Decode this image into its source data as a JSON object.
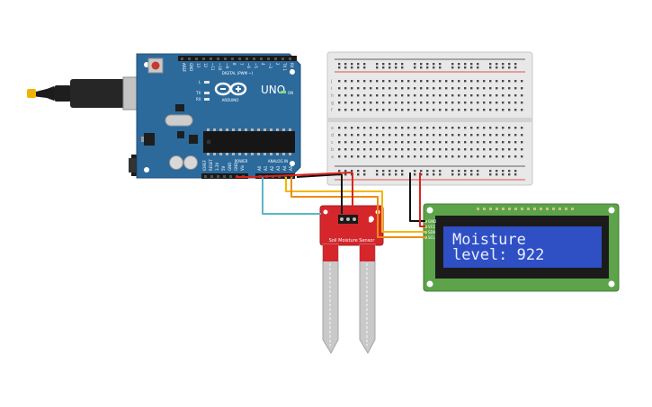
{
  "arduino": {
    "model_label": "UNO",
    "brand_label": "ARDUINO",
    "digital_label": "DIGITAL (PWM ~)",
    "power_label": "POWER",
    "analog_label": "ANALOG IN",
    "led_l": "L",
    "led_tx": "TX",
    "led_rx": "RX",
    "led_on": "ON",
    "aref": "AREF",
    "gnd": "GND",
    "digital_pins": [
      "13",
      "12",
      "~11",
      "~10",
      "~9",
      "8",
      "7",
      "~6",
      "~5",
      "4",
      "~3",
      "2",
      "TX 1",
      "RX 0"
    ],
    "power_pins": [
      "IOREF",
      "RESET",
      "3.3V",
      "5V",
      "GND",
      "GND",
      "Vin"
    ],
    "analog_pins": [
      "A0",
      "A1",
      "A2",
      "A3",
      "A4",
      "A5"
    ],
    "board_color": "#2c6a9c"
  },
  "breadboard": {
    "row_letters_top": [
      "j",
      "i",
      "h",
      "g",
      "f"
    ],
    "row_letters_bottom": [
      "e",
      "d",
      "c",
      "b",
      "a"
    ]
  },
  "lcd": {
    "line1": "Moisture",
    "line2": "level: 922",
    "pins": [
      "GND",
      "VCC",
      "SDA",
      "SCL"
    ],
    "pcb_color": "#5da34a",
    "screen_color": "#2f4fc4"
  },
  "sensor": {
    "label": "Soil Moisture Sensor",
    "pcb_color": "#d4262b"
  },
  "wires": {
    "gnd_color": "#111111",
    "vcc_color": "#d9241e",
    "sda_color": "#f2b705",
    "scl_color": "#ef8a17",
    "signal_color": "#58b6c8"
  }
}
